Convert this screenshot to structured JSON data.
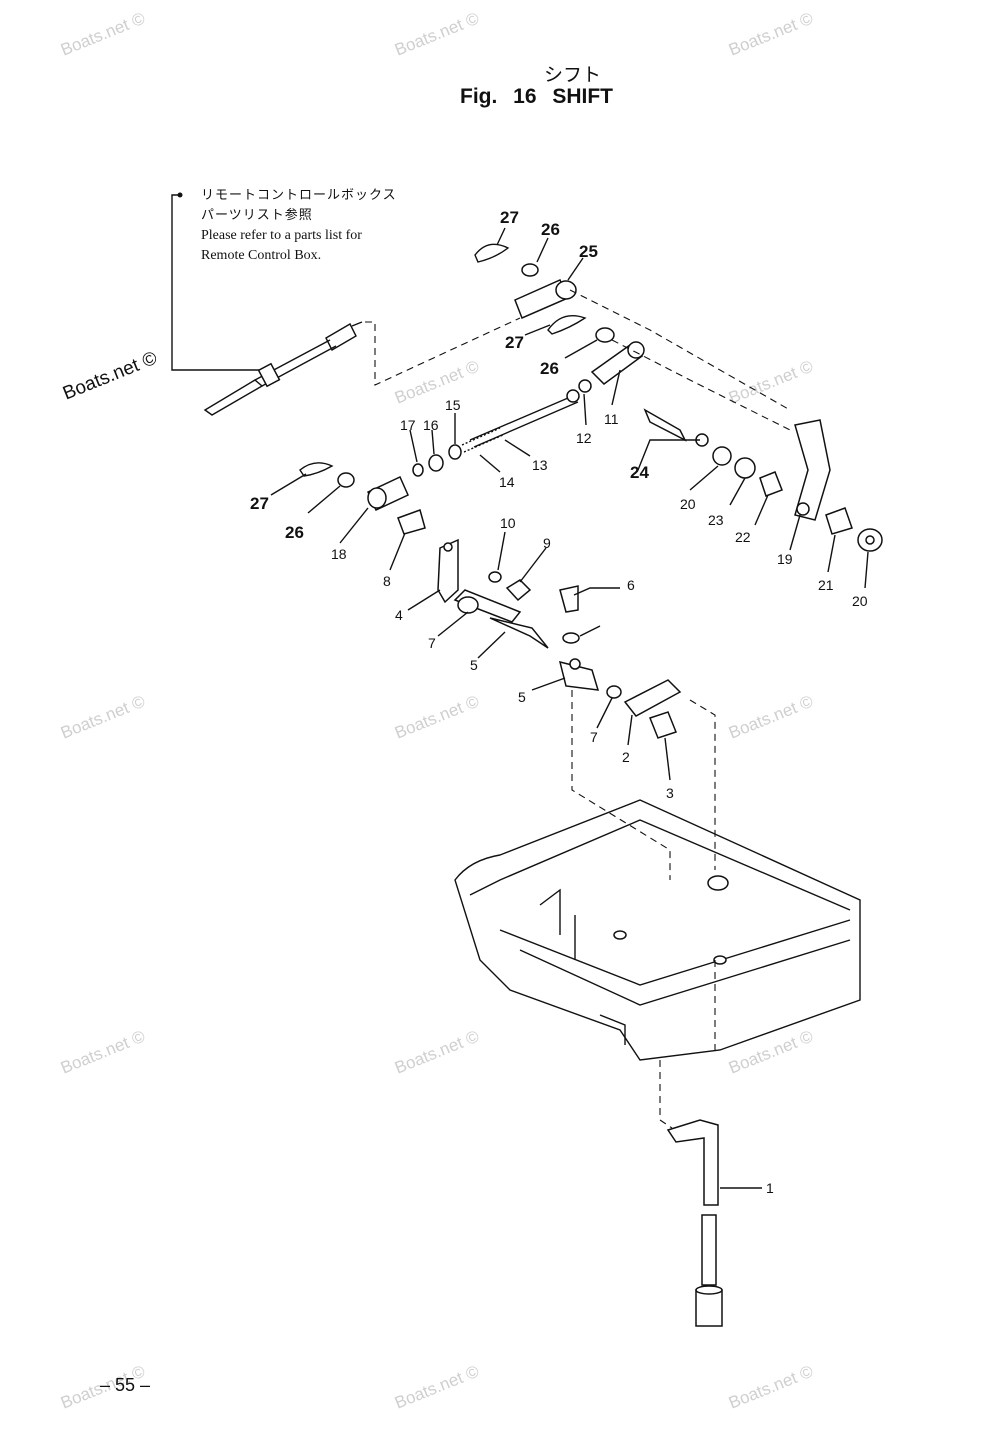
{
  "title": {
    "japanese": "シフト",
    "english": "Fig. 16   SHIFT"
  },
  "note": {
    "japanese_line1": "リモートコントロールボックス",
    "japanese_line2": "パーツリスト参照",
    "english_line1": "Please refer to a parts list for",
    "english_line2": "Remote Control Box."
  },
  "watermark": "Boats.net ©",
  "page_number": "– 55 –",
  "part_labels": [
    "1",
    "2",
    "3",
    "4",
    "5",
    "5",
    "6",
    "7",
    "7",
    "8",
    "9",
    "10",
    "11",
    "12",
    "13",
    "14",
    "15",
    "16",
    "17",
    "18",
    "19",
    "20",
    "20",
    "21",
    "22",
    "23",
    "24",
    "25",
    "26",
    "26",
    "26",
    "27",
    "27",
    "27"
  ]
}
